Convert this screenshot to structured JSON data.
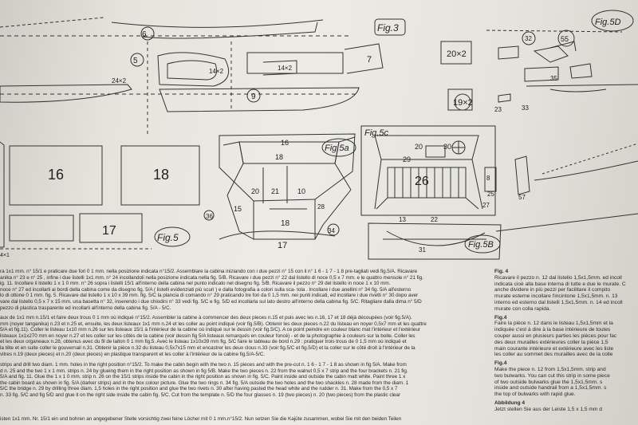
{
  "figures": {
    "fig3": "Fig.3",
    "fig5": "Fig.5",
    "fig5a": "Fig.5a",
    "fig5b": "Fig.5B",
    "fig5c": "Fig.5c",
    "fig5d": "Fig.5D"
  },
  "parts": {
    "p6": "6",
    "p5": "5",
    "p7": "7",
    "p9": "9",
    "p16": "16",
    "p17": "17",
    "p18": "18",
    "p20x2": "20×2",
    "p19x2": "19×2",
    "p14x2a": "14×2",
    "p14x2b": "14×2",
    "p24x2": "24×2",
    "p32": "32",
    "p55": "55",
    "p20": "20",
    "p21": "21",
    "p10": "10",
    "p15": "15",
    "p26": "26",
    "p29": "29",
    "p30": "30",
    "p34": "34",
    "p36": "36",
    "p28": "28",
    "p8": "8",
    "p25": "25",
    "p27": "27",
    "p13": "13",
    "p22": "22",
    "p31": "31",
    "p33": "33",
    "p35": "35",
    "p23": "23",
    "p4x1": "4×1",
    "p57": "57"
  },
  "italian": [
    "ra 1x1 mm. n° 15/1 e praticare due fori 0 1 mm. nella posizione indicata n°15/2. Assemblare la cabina iniziando con i due pezzi n° 15 con il n° 1 6 - 1 7 - 1 8 pre-tagliati vedi fig.5/A. Ricavare",
    "anika n° 23 e n° 25 , infine i due listelli 1x1 mm. n° 24 incollandoli nella posizione indicata nella fig. 5/B. Ricavare i due pezzi n° 22 dal listello di noce 0,5 x 7 mm. e le quattro mensole n° 21 fig.",
    "ig. 11. Incollare il listello 1 x 1 0 mm. n° 26 sopra i listelli 15/1 all'interno della cabina nel punto indicato nel disegno fig. 5/B. Ricavare il pezzo n° 29 del listello in noce 1 x 10 mm.",
    "noce n° 27 ed incollarli ai bordi della cabina come da disegno fig. 5/A ( listelli evidenziati più scuri ) e dalla fotografia a colori sulla sca- tola . Incollare i due anellini n° 34 fig. 5/A all'esterno",
    "lo di ottone 0 1 mm. fig. 5. Ricavare dal listello 1 x 10 x 39 mm. fig. 5/C la plancia di comando n° 29 praticando tre fori da 0 1,5 mm. nei punti indicati, ed incollare i due rivetti n° 30 dopo aver",
    "vare dal listello 0,5 x 7 x 15 mm. una basetta n° 32, inserendo i due chiodini n° 33 vedi fig. 5/C e fig. 5/D ed incollarla sul lato destro all'interno della cabina fig. 5/C. Ritagliare dalla dima n° 5/D",
    "pezzo di plastica trasparente ed incollarli all'interno della cabina fig. 5/A - 5/C."
  ],
  "french": [
    "aux de 1x1 mm n.15/1 et faire deux trous 0 1 mm où indiqué n°15/2. Assembler la cabine à commencer des deux pieces n.15 et puis avec les n.16, 17 et 18 déjà découpées (voir fig.5/A).",
    "mm (noyer tanganika) n.23 et n.25 et, ensuite, les deux listeaux 1x1 mm n.24 et les coller au point indiqué (voir fig.5/B). Obtenir les deux pieces n.22 du listeau en noyer 0,5x7 mm et les quattre",
    "5/A et fig.11). Coller le listeau 1x10 mm n.26 sur les listeaux 15/1 à l'intérieur de la cabine où indiqué sur le dessin (voir fig.5/C). A ce point peindre en couleur blanc mat l'intérieur et l'extérieur",
    "listeaux 1x1x270 mm en noyer n.27 et les coller sur les côtés de la cabine (voir dessin fig 5/A listeaux remarqués en couleur foncé) - et de la photographie à couleurs sur la boite. Coller les",
    "et les deux organeaux n.28, obtenus avec du fil de laiton 0 1 mm fig.5. Avec le listeau 1x10x39 mm fig. 5/C faire le tableau de bord n.29 : pratiquer trois trous de 0 1,5 mm où indiqué et",
    "la tête et en suite coller le gouvernail n.31. Obtenir la pièce n.32 du listeau 0,5x7x15 mm et encastrer les deux clous n.33 (voir fig.5/C et fig.5/D) et la coller sur le côté droit à l'intérieur de la",
    "vitres n.19 (deux pieces) et n.20 (deux pieces) en plastique transparent et les coller à l'intérieur de la cabine fig.5/A-5/C."
  ],
  "english": [
    "strips and drill two diam. 1 mm. holes in the right position n°15/2. To make the cabin begin with the two n. 15 pieces and with the pre-cut n. 1 6 - 1 7 - 1 8 as shown in fig 5/A. Make from",
    "d n. 25 and the two 1 x 1 mm. strips n. 24 by glueing them in the right position as shown in fig 5/B. Make the two pieces n. 22 from the walnut 0,5 x 7 strip and the four brackets n. 21 fig.",
    "5/A and fig. 11. Glue the 1 x 1 0  mm. strip n. 26 on the 15/1 strips inside the cabin in the right position as shown in fig. 5/C. Paint inside and outside the cabin matt white. Paint three 1 x",
    "the cabin board as shown in fig. 5/A (darker strips) and in the box colour picture. Glue the two rings n. 34 fig. 5/A outside the two holes and the two shackles n. 28 made from the diam. 1",
    "5/C the bridge n. 29 by drilling three diam. 1,5 holes in the right position and glue the two rivets n. 30 after having pasted the head white and the rudder n. 31. Make from the 0,5 x 7",
    "n. 33 fig. 5/C and fig 5/D and glue it on the right side inside the cabin fig. 5/C. Cut from the template n. 5/D the four glasses n. 19 (two pieces) n. 20 (two pieces) from the plastic clear"
  ],
  "german": [
    "isten 1x1 mm. Nr. 15/1 ein und bohren an angegebener Stelle vorsichtig zwei feine Löcher mit 0 1 mm.n°15/2. Nun setzen Sie die Kajüte zusammen, wobei Sie mit den beiden Teilen"
  ],
  "right_column": [
    {
      "type": "h",
      "text": "Fig. 4"
    },
    {
      "type": "l",
      "text": "Ricavare il pezzo n. 12 dal listello 1,5x1,5mm. ed incoll"
    },
    {
      "type": "l",
      "text": "indicata cioè alla base interna di tutte e due le murate. C"
    },
    {
      "type": "l",
      "text": "anche dividere in più pezzi per facilitare il compito"
    },
    {
      "type": "l",
      "text": "murate esterne incollare l'incintone 1,5x1,5mm. n. 13"
    },
    {
      "type": "l",
      "text": "interno ed esterno dal listelli 1,5x1,5mm. n. 14 ed incoll"
    },
    {
      "type": "l",
      "text": "murate con colla rapida."
    },
    {
      "type": "h",
      "text": "Fig.4"
    },
    {
      "type": "l",
      "text": "Faire la pièce n. 12 dans le listeau 1,5x1,5mm et la"
    },
    {
      "type": "l",
      "text": "indiquée c'est à dire à la base intérieure de toutes"
    },
    {
      "type": "l",
      "text": "couper aussi en plusieurs parties les pièces pour fac"
    },
    {
      "type": "l",
      "text": "des deux murailles extérieures coller la pièce 1,5"
    },
    {
      "type": "l",
      "text": "main courante intérieure et extérieure avec les liste"
    },
    {
      "type": "l",
      "text": "les coller au sommet des murailles avec de la colle"
    },
    {
      "type": "h",
      "text": "Fig.4"
    },
    {
      "type": "l",
      "text": "Make the piece n. 12 from 1,5x1,5mm. strip and"
    },
    {
      "type": "l",
      "text": "two bulwarks. You can cut this strip in some piece"
    },
    {
      "type": "l",
      "text": "of two outside bulwarks glue the 1,5x1,5mm. s"
    },
    {
      "type": "l",
      "text": "inside and outside handrail from a 1,5x1,5mm. s"
    },
    {
      "type": "l",
      "text": "the top of bulwarks with rapid glue."
    },
    {
      "type": "h",
      "text": "Abbildung 4"
    },
    {
      "type": "l",
      "text": "Jetzt stellen Sie aus der Leiste 1,5 x 1,5 mm d"
    }
  ]
}
